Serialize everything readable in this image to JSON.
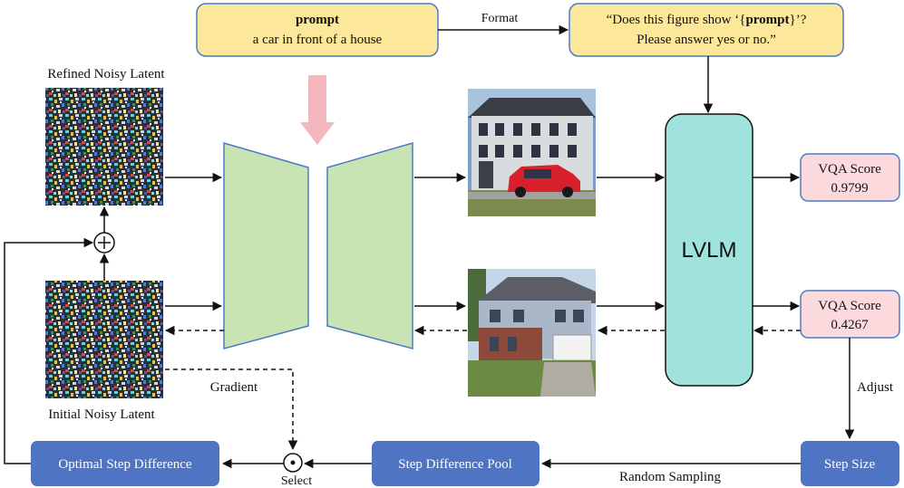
{
  "prompt_box": {
    "title": "prompt",
    "text": "a car in front of a house"
  },
  "format_label": "Format",
  "question_box": {
    "line1_a": "“Does this figure show ‘{",
    "line1_bold": "prompt",
    "line1_b": "}’?",
    "line2": "Please answer yes or no.”"
  },
  "refined_latent_label": "Refined Noisy Latent",
  "initial_latent_label": "Initial Noisy Latent",
  "gradient_label": "Gradient",
  "lvlm_label": "LVLM",
  "vqa_top": {
    "title": "VQA Score",
    "value": "0.9799"
  },
  "vqa_bottom": {
    "title": "VQA Score",
    "value": "0.4267"
  },
  "adjust_label": "Adjust",
  "step_size_label": "Step Size",
  "random_sampling_label": "Random Sampling",
  "step_diff_pool_label": "Step Difference Pool",
  "select_label": "Select",
  "optimal_step_label": "Optimal Step Difference",
  "colors": {
    "prompt_fill": "#fde79a",
    "prompt_stroke": "#4a7bc8",
    "lvlm_fill": "#9fe3dc",
    "vqa_fill": "#fbd9dd",
    "vqa_stroke": "#4a7bc8",
    "blue_box": "#4f74c4",
    "unet_fill": "#c8e4b3",
    "unet_stroke": "#4a7bc8",
    "pink_arrow": "#f4b7be"
  }
}
